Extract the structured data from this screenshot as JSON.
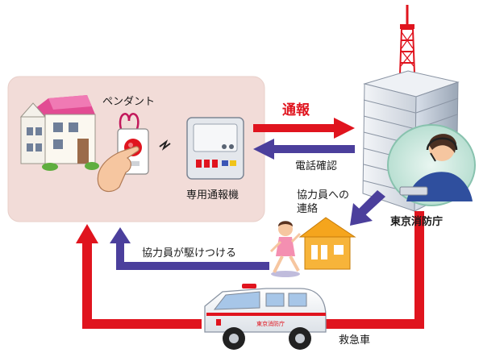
{
  "labels": {
    "pendant": "ペンダント",
    "terminal": "専用通報機",
    "report": "通報",
    "phone_confirm": "電話確認",
    "contact_cooperator": "協力員への\n連絡",
    "fire_dept": "東京消防庁",
    "cooperator_rushes": "協力員が駆けつける",
    "ambulance": "救急車",
    "ambulance_body_text": "東京消防庁"
  },
  "colors": {
    "red_arrow": "#e0141e",
    "blue_arrow": "#4b3f9c",
    "home_panel": "#f2dcd8",
    "house_roof": "#e24c93",
    "cooperator_house": "#f5a51d"
  }
}
